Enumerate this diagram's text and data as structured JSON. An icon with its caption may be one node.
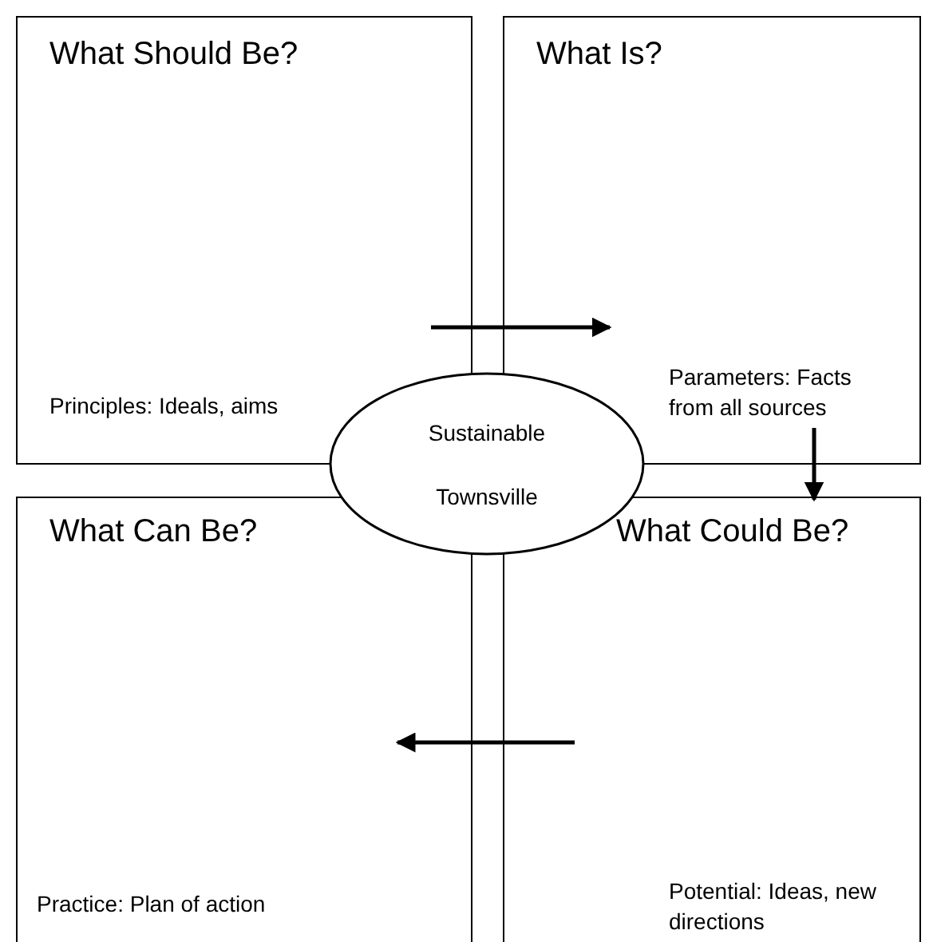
{
  "diagram": {
    "nodes": [
      {
        "text": [
          "What Should Be?",
          "Principles: Ideals, aims"
        ]
      },
      {
        "text": [
          "What Is?",
          "Parameters: Facts from all sources"
        ]
      },
      {
        "text": [
          "Sustainable Townsville"
        ]
      },
      {
        "text": [
          "What Can Be?",
          "Practice: Plan of action"
        ]
      },
      {
        "text": [
          "What Could Be?",
          "Potential: Ideas, new directions"
        ]
      }
    ],
    "edges": [
      {
        "from": 0,
        "to": 1,
        "arrow": "to"
      },
      {
        "from": 1,
        "to": 4,
        "arrow": "to"
      },
      {
        "from": 4,
        "to": 3,
        "arrow": "to"
      }
    ]
  }
}
